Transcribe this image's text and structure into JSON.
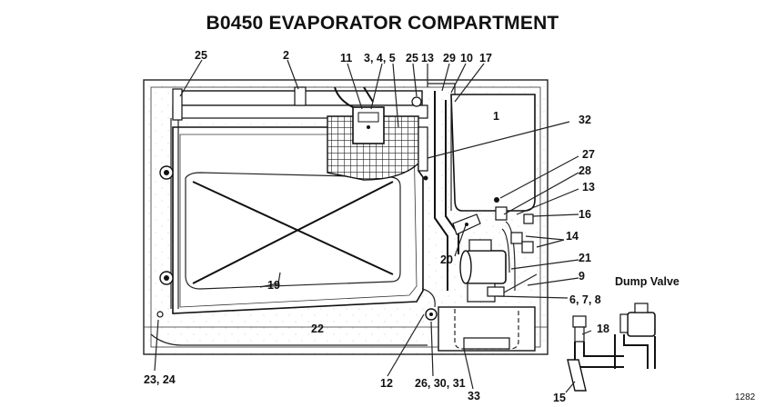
{
  "title": "B0450 EVAPORATOR COMPARTMENT",
  "figure_number": "1282",
  "callouts": {
    "c25a": "25",
    "c2": "2",
    "c11": "11",
    "c345": "3, 4, 5",
    "c25b": "25",
    "c13a": "13",
    "c29": "29",
    "c10": "10",
    "c17": "17",
    "c1": "1",
    "c32": "32",
    "c27": "27",
    "c28": "28",
    "c13b": "13",
    "c16": "16",
    "c14": "14",
    "c20": "20",
    "c21": "21",
    "c9": "9",
    "c678": "6, 7, 8",
    "c19": "19",
    "c22": "22",
    "c2324": "23, 24",
    "c12": "12",
    "c263031": "26, 30, 31",
    "c33": "33",
    "c18": "18",
    "c15": "15",
    "dump_valve": "Dump Valve"
  }
}
